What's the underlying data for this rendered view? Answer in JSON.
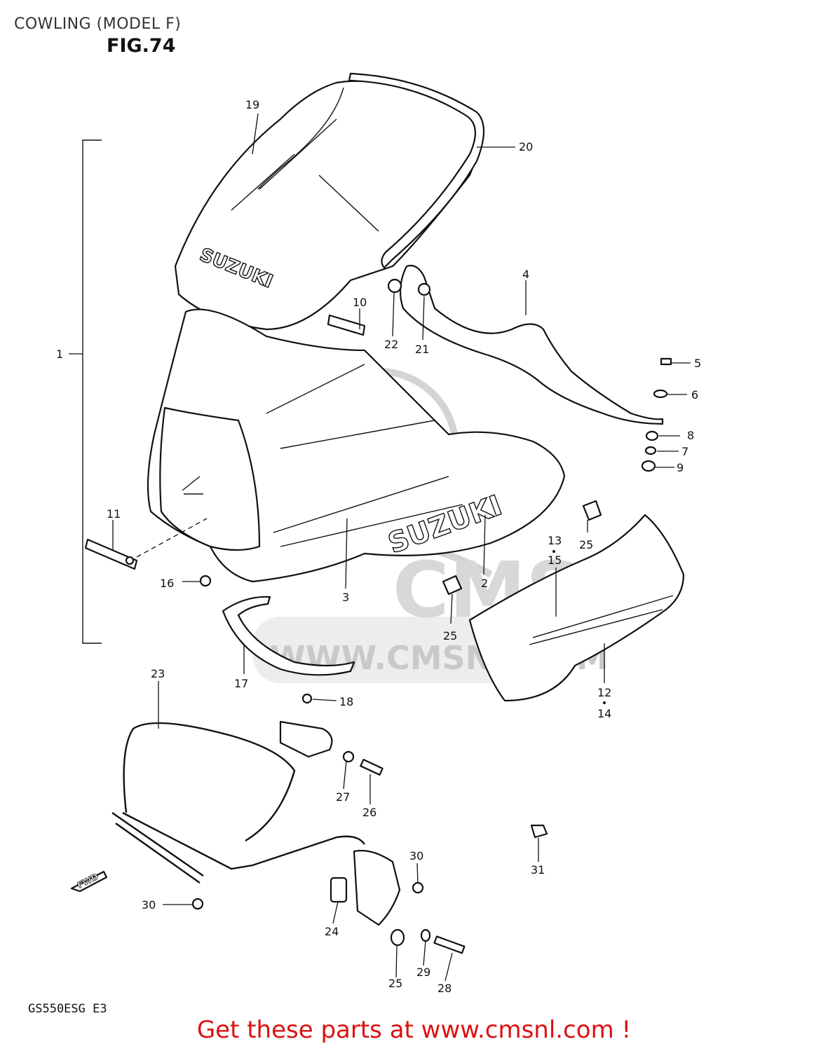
{
  "header": {
    "title": "COWLING (MODEL F)",
    "figure": "FIG.74"
  },
  "model_code": "GS550ESG  E3",
  "cta": {
    "text": "Get these parts at www.cmsnl.com !"
  },
  "watermark": {
    "brand": "CMS",
    "url": "WWW.CMSNL.COM"
  },
  "logos": {
    "windscreen": "SUZUKI",
    "cowl": "SUZUKI",
    "arrow": "FWD"
  },
  "callouts": [
    {
      "id": "1",
      "label": "1"
    },
    {
      "id": "2",
      "label": "2"
    },
    {
      "id": "3",
      "label": "3"
    },
    {
      "id": "4",
      "label": "4"
    },
    {
      "id": "5",
      "label": "5"
    },
    {
      "id": "6",
      "label": "6"
    },
    {
      "id": "7",
      "label": "7"
    },
    {
      "id": "8",
      "label": "8"
    },
    {
      "id": "9",
      "label": "9"
    },
    {
      "id": "10",
      "label": "10"
    },
    {
      "id": "11",
      "label": "11"
    },
    {
      "id": "12",
      "label": "12"
    },
    {
      "id": "13",
      "label": "13"
    },
    {
      "id": "14",
      "label": "14"
    },
    {
      "id": "15",
      "label": "15"
    },
    {
      "id": "16",
      "label": "16"
    },
    {
      "id": "17",
      "label": "17"
    },
    {
      "id": "18",
      "label": "18"
    },
    {
      "id": "19",
      "label": "19"
    },
    {
      "id": "20",
      "label": "20"
    },
    {
      "id": "21",
      "label": "21"
    },
    {
      "id": "22",
      "label": "22"
    },
    {
      "id": "23",
      "label": "23"
    },
    {
      "id": "24",
      "label": "24"
    },
    {
      "id": "25a",
      "label": "25"
    },
    {
      "id": "25b",
      "label": "25"
    },
    {
      "id": "25c",
      "label": "25"
    },
    {
      "id": "26",
      "label": "26"
    },
    {
      "id": "27",
      "label": "27"
    },
    {
      "id": "28",
      "label": "28"
    },
    {
      "id": "29",
      "label": "29"
    },
    {
      "id": "30a",
      "label": "30"
    },
    {
      "id": "30b",
      "label": "30"
    },
    {
      "id": "31",
      "label": "31"
    }
  ],
  "colors": {
    "line": "#111111",
    "watermark": "#d4d4d4",
    "cta": "#dd1111"
  }
}
